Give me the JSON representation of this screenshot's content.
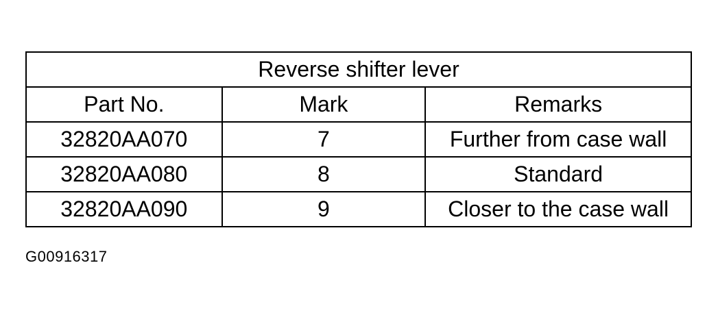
{
  "table": {
    "title": "Reverse shifter lever",
    "headers": [
      "Part No.",
      "Mark",
      "Remarks"
    ],
    "rows": [
      {
        "part_no": "32820AA070",
        "mark": "7",
        "remarks": "Further from case wall"
      },
      {
        "part_no": "32820AA080",
        "mark": "8",
        "remarks": "Standard"
      },
      {
        "part_no": "32820AA090",
        "mark": "9",
        "remarks": "Closer to the case wall"
      }
    ]
  },
  "figure_id": "G00916317"
}
